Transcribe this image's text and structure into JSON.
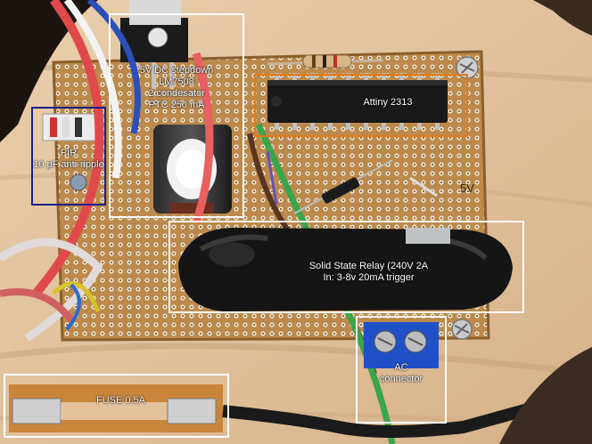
{
  "photo": {
    "subject": "perfboard circuit photo",
    "board_color": "#b8874a",
    "wood_color": "#e4c7a1"
  },
  "annotations": {
    "stepdown": {
      "text": "5V DC stepdown\nLM7508\n2 condesator\nPTC 250 mA",
      "color": "#ffffff"
    },
    "attiny": {
      "text": "Attiny 2313",
      "color": "#e07a1a"
    },
    "pir": {
      "text": "PIR\n10 pF anti-ripple",
      "color": "#1a1f8a"
    },
    "relay": {
      "text": "Solid State Relay (240V 2A\nIn: 3-8v 20mA trigger",
      "color": "#ffffff"
    },
    "ac": {
      "text": "AC\nconnector",
      "color": "#ffffff"
    },
    "fuse": {
      "text": "FUSE 0.5A",
      "color": "#ffffff"
    }
  },
  "board_marks": {
    "five_v": "5V"
  }
}
